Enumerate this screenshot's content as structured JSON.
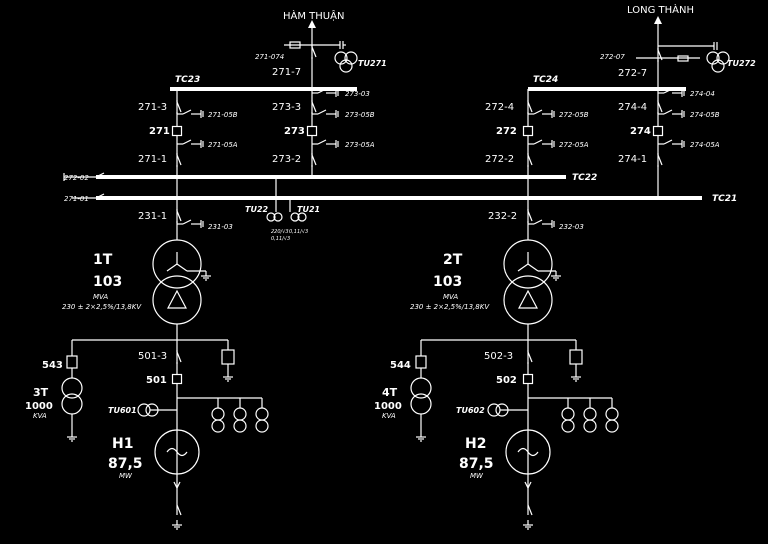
{
  "lines": {
    "left": "HÀM THUẬN",
    "right": "LONG THÀNH"
  },
  "buses": {
    "tc23": "TC23",
    "tc24": "TC24",
    "tc22": "TC22",
    "tc21": "TC21"
  },
  "vt": {
    "tu271": "TU271",
    "tu272": "TU272",
    "tu22": "TU22",
    "tu21": "TU21",
    "tu601": "TU601",
    "tu602": "TU602",
    "vt_ratio_1": "220/√3",
    "vt_ratio_2": "0,11/√3",
    "vt_ratio_3": "0,11/√3"
  },
  "labels": {
    "s271_074": "271-074",
    "s271_7": "271-7",
    "s272_07": "272-07",
    "s272_7": "272-7",
    "s271_3": "271-3",
    "s271_05B": "271-05B",
    "b271": "271",
    "s271_05A": "271-05A",
    "s271_1": "271-1",
    "s273_3": "273-3",
    "s273_03": "273-03",
    "s273_05B": "273-05B",
    "b273": "273",
    "s273_05A": "273-05A",
    "s273_2": "273-2",
    "s272_4": "272-4",
    "s272_05B": "272-05B",
    "b272": "272",
    "s272_05A": "272-05A",
    "s272_2": "272-2",
    "s274_4": "274-4",
    "s274_04": "274-04",
    "s274_05B": "274-05B",
    "b274": "274",
    "s274_05A": "274-05A",
    "s274_1": "274-1",
    "s272_02": "272-02",
    "s271_01": "271-01",
    "s231_1": "231-1",
    "s231_03": "231-03",
    "s232_2": "232-2",
    "s232_03": "232-03",
    "s501_3": "501-3",
    "b501": "501",
    "s502_3": "502-3",
    "b502": "502",
    "b543": "543",
    "b544": "544"
  },
  "units": {
    "t1_name": "1T",
    "t1_rating": "103",
    "t1_unit": "MVA",
    "t1_ratio": "230 ± 2×2,5%/13,8KV",
    "t2_name": "2T",
    "t2_rating": "103",
    "t2_unit": "MVA",
    "t2_ratio": "230 ± 2×2,5%/13,8KV",
    "t3_name": "3T",
    "t3_rating": "1000",
    "t3_unit": "KVA",
    "t4_name": "4T",
    "t4_rating": "1000",
    "t4_unit": "KVA",
    "h1_name": "H1",
    "h1_rating": "87,5",
    "h1_unit": "MW",
    "h2_name": "H2",
    "h2_rating": "87,5",
    "h2_unit": "MW"
  }
}
